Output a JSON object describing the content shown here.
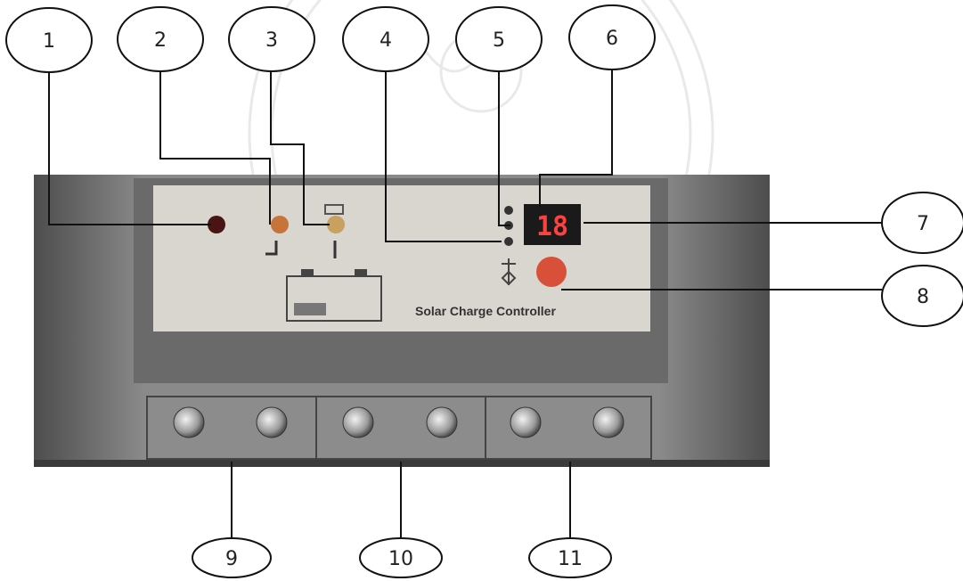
{
  "panel": {
    "brand_text": "Solar Charge Controller",
    "display_value": "18"
  },
  "callouts": [
    {
      "number": "1"
    },
    {
      "number": "2"
    },
    {
      "number": "3"
    },
    {
      "number": "4"
    },
    {
      "number": "5"
    },
    {
      "number": "6"
    },
    {
      "number": "7"
    },
    {
      "number": "8"
    },
    {
      "number": "9"
    },
    {
      "number": "10"
    },
    {
      "number": "11"
    }
  ],
  "colors": {
    "frame": "#6f6f6f",
    "panel": "#d9d6cf",
    "display": "#1a1a1a",
    "display_digits": "#ff4040",
    "led_red": "#7a1f1f",
    "led_orange": "#c8733a",
    "button_red": "#d9503a"
  }
}
